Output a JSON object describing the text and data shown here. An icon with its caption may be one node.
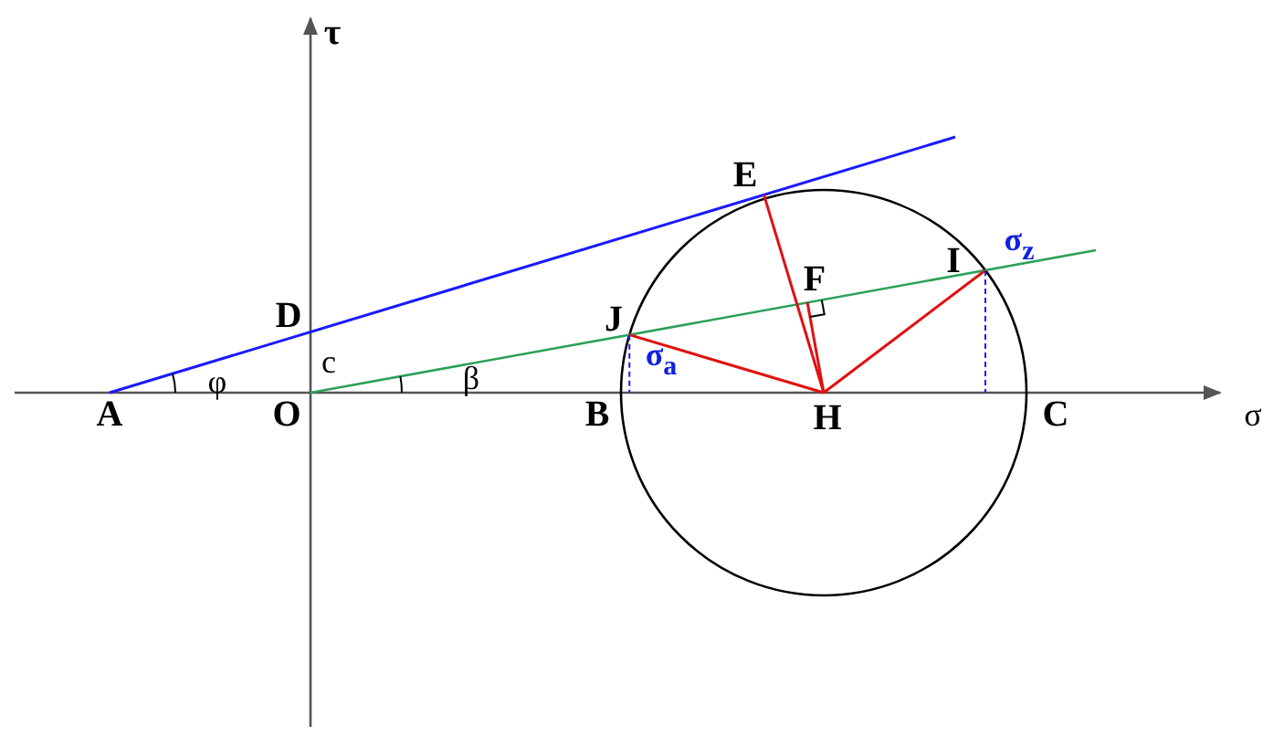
{
  "diagram": {
    "labels": [
      "τ",
      "E",
      "σ$_{z}$",
      "I",
      "F",
      "D",
      "J",
      "σ$_{a}$",
      "c",
      "A",
      "φ",
      "O",
      "β",
      "B",
      "H",
      "C",
      "σ"
    ]
  }
}
